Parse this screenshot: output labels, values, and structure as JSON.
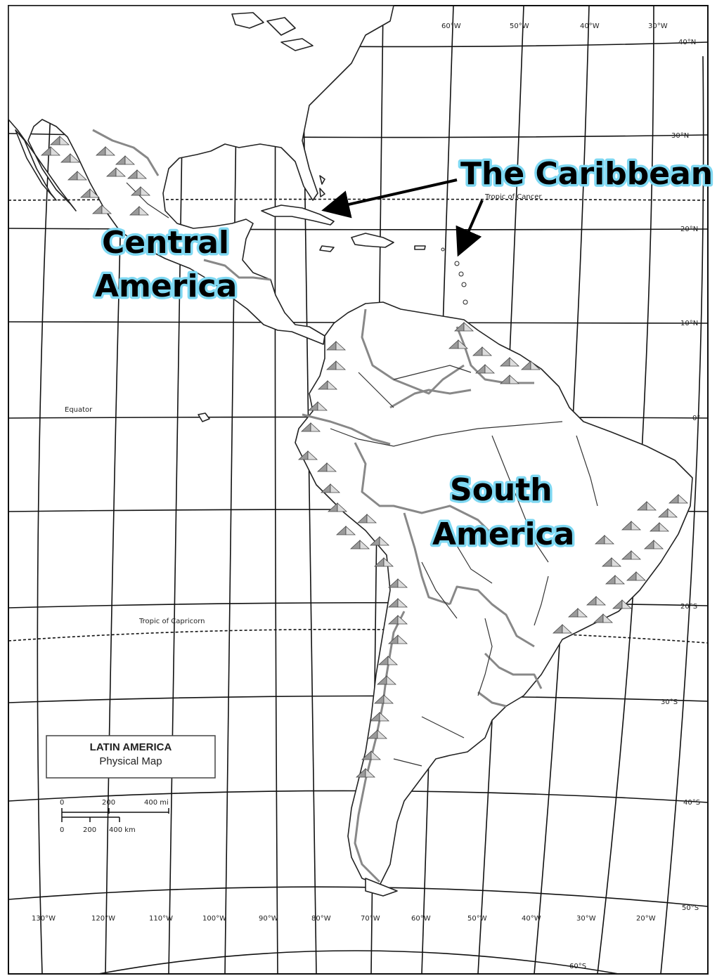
{
  "regions": {
    "caribbean": "The Caribbean",
    "central_line1": "Central",
    "central_line2": "America",
    "south_line1": "South",
    "south_line2": "America"
  },
  "legend": {
    "title": "LATIN AMERICA",
    "subtitle": "Physical Map"
  },
  "scale": {
    "mi_labels": [
      "0",
      "200",
      "400 mi"
    ],
    "km_labels": [
      "0",
      "200",
      "400 km"
    ]
  },
  "special_lines": {
    "cancer": "Tropic of Cancer",
    "equator": "Equator",
    "capricorn": "Tropic of Capricorn"
  },
  "top_longitudes": [
    "60°W",
    "50°W",
    "40°W",
    "30°W"
  ],
  "right_latitudes": [
    "40°N",
    "30°N",
    "20°N",
    "10°N",
    "0°",
    "20°S",
    "30°S",
    "40°S",
    "50°S"
  ],
  "bottom_longitudes": [
    "130°W",
    "120°W",
    "110°W",
    "100°W",
    "90°W",
    "80°W",
    "70°W",
    "60°W",
    "50°W",
    "40°W",
    "30°W",
    "20°W"
  ],
  "corner_latitude": "60°S",
  "colors": {
    "label_glow": "#7fd8f2",
    "border": "#888888",
    "ink": "#111111"
  },
  "icons": [
    "mountain-icon",
    "arrow-icon"
  ]
}
